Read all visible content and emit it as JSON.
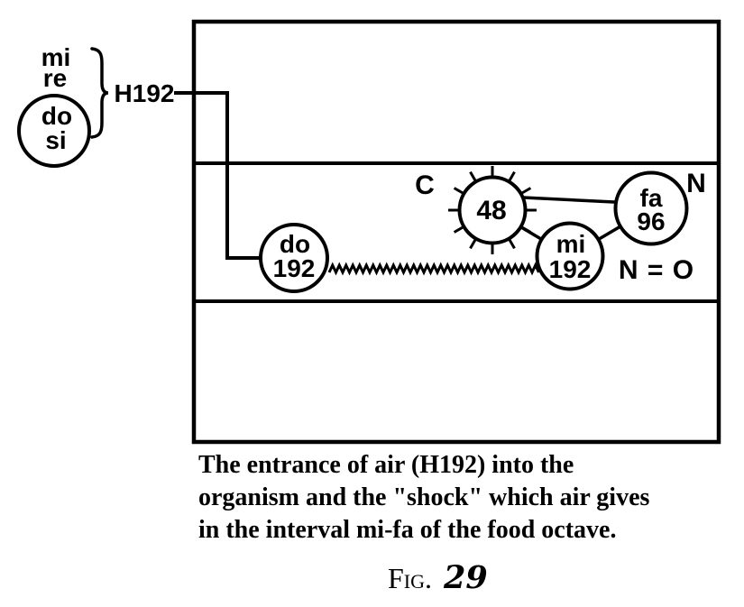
{
  "diagram": {
    "outside_stack": {
      "mi": "mi",
      "re": "re"
    },
    "outside_circle": {
      "top": "do",
      "bottom": "si"
    },
    "h192": "H192",
    "do192": {
      "note": "do",
      "number": "192"
    },
    "shock48": {
      "number": "48"
    },
    "mi192": {
      "note": "mi",
      "number": "192"
    },
    "fa96": {
      "note": "fa",
      "number": "96"
    },
    "carbon": "C",
    "nitrogen": "N",
    "n_equals_o": "N = O"
  },
  "caption": {
    "line1": "The entrance of air (H192) into the",
    "line2": "organism and the \"shock\" which air gives",
    "line3": "in the interval mi-fa of the food octave."
  },
  "figure": {
    "label": "Fig.",
    "number": "29"
  },
  "colors": {
    "ink": "#000000",
    "background": "#ffffff"
  }
}
